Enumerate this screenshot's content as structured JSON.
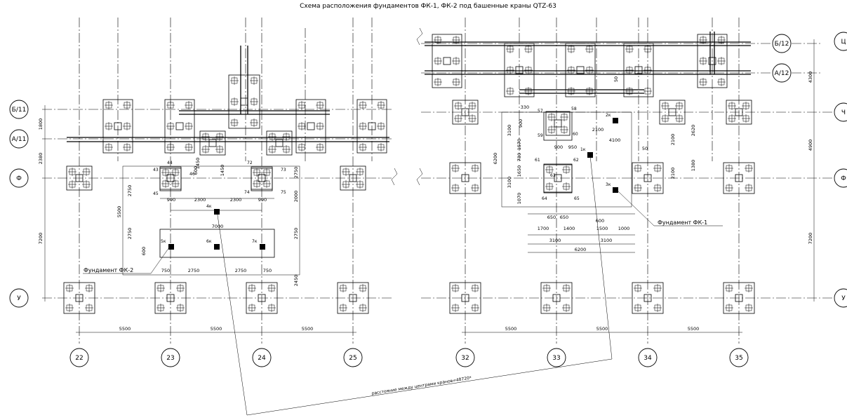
{
  "title": "Схема расположения фундаментов ФК-1, ФК-2 под башенные краны QTZ-63",
  "left_row_axes": [
    "Б/11",
    "А/11",
    "Ф",
    "У"
  ],
  "right_row_axes": [
    "Б/12",
    "А/12"
  ],
  "right_edge_axes": [
    "Ц",
    "Ч",
    "Ф",
    "У"
  ],
  "column_axes_left": [
    "22",
    "23",
    "24",
    "25"
  ],
  "column_axes_right": [
    "32",
    "33",
    "34",
    "35"
  ],
  "labels": {
    "fk1": "Фундамент ФК-1",
    "fk2": "Фундамент ФК-2",
    "distance_note": "расстояние между центрами кранов=48720*"
  },
  "bottom_dims": {
    "left": [
      "5500",
      "5500",
      "5500"
    ],
    "right": [
      "5500",
      "5500",
      "5500"
    ]
  },
  "left_vertical_dims": [
    "1800",
    "2380",
    "7200"
  ],
  "right_vertical_dims": [
    "4300",
    "4900",
    "7200"
  ],
  "fk2_points": [
    "4к",
    "5к",
    "6к",
    "7к"
  ],
  "fk2_pile_numbers": [
    "43",
    "44",
    "45",
    "46",
    "72",
    "73",
    "74",
    "75"
  ],
  "fk2_dims": [
    "1450",
    "1450",
    "990",
    "2300",
    "2300",
    "990",
    "7000",
    "750",
    "2750",
    "2750",
    "750",
    "2750",
    "5500",
    "2750",
    "600",
    "2750",
    "2000",
    "2750",
    "2450",
    "600"
  ],
  "fk1_points": [
    "1к",
    "2к",
    "3к"
  ],
  "fk1_pile_numbers": [
    "57",
    "58",
    "59",
    "60",
    "61",
    "62",
    "63",
    "64",
    "65"
  ],
  "fk1_dims": [
    "2100",
    "4100",
    "900",
    "950",
    "1570",
    "3100",
    "900",
    "6200",
    "3100",
    "1650",
    "730",
    "1070",
    "650",
    "650",
    "1700",
    "1400",
    "1500",
    "1000",
    "600",
    "3100",
    "3100",
    "6200",
    "2100",
    "2620",
    "1380",
    "2100",
    "50",
    "50",
    "330"
  ]
}
